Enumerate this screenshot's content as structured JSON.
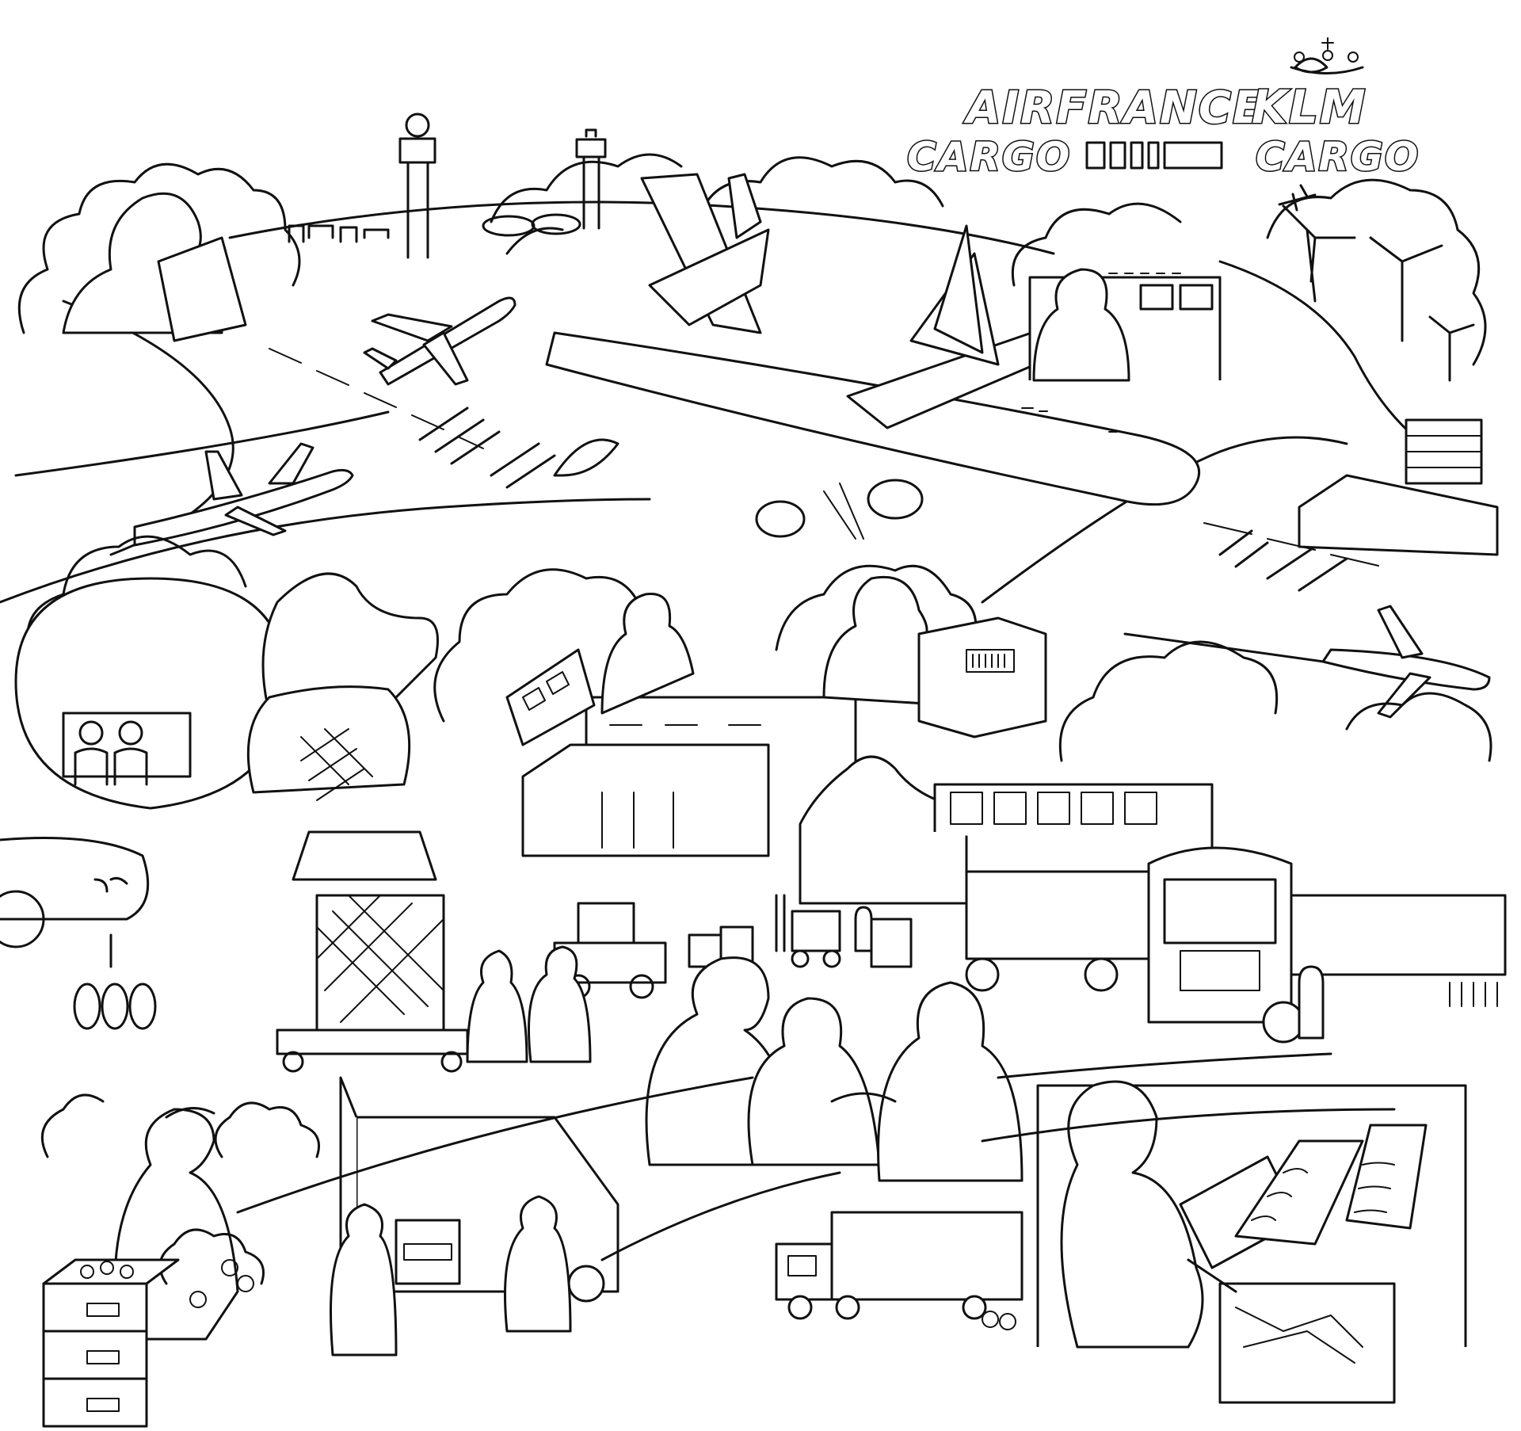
{
  "logo": {
    "line1_left": "AIRFRANCE",
    "line1_right": "KLM",
    "line2_left": "CARGO",
    "line2_right": "CARGO",
    "emblem": "crown-icon"
  },
  "style": {
    "ink_color": "#111111",
    "paper_color": "#ffffff"
  }
}
